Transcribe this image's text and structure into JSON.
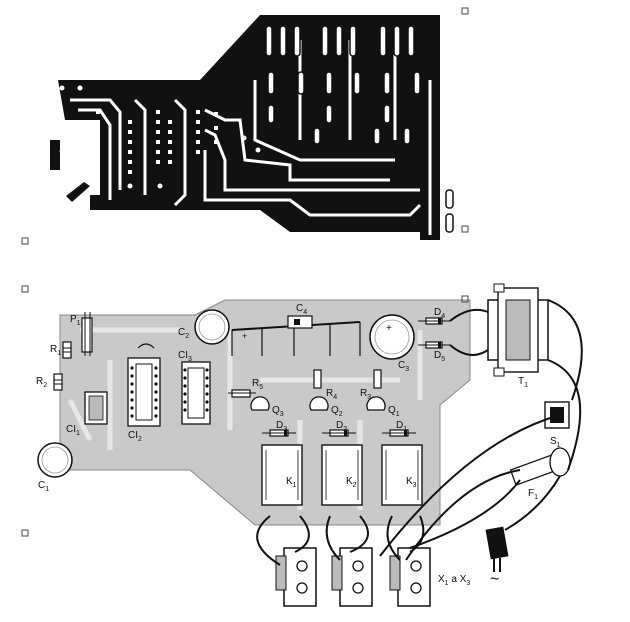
{
  "colors": {
    "ink": "#111111",
    "board": "#c9c9c9",
    "paper": "#ffffff",
    "pad": "#ffffff"
  },
  "pcb_foil": {
    "name": "copper-side-pcb"
  },
  "components": {
    "P1": "P",
    "P1_sub": "1",
    "R1": "R",
    "R1_sub": "1",
    "R2": "R",
    "R2_sub": "2",
    "CI1": "CI",
    "CI1_sub": "1",
    "CI2": "CI",
    "CI2_sub": "2",
    "CI3": "CI",
    "CI3_sub": "3",
    "C1": "C",
    "C1_sub": "1",
    "C2": "C",
    "C2_sub": "2",
    "C3": "C",
    "C3_sub": "3",
    "C4": "C",
    "C4_sub": "4",
    "R3": "R",
    "R3_sub": "3",
    "R4": "R",
    "R4_sub": "4",
    "R5": "R",
    "R5_sub": "5",
    "Q1": "Q",
    "Q1_sub": "1",
    "Q2": "Q",
    "Q2_sub": "2",
    "Q3": "Q",
    "Q3_sub": "3",
    "D1": "D",
    "D1_sub": "1",
    "D2": "D",
    "D2_sub": "2",
    "D3": "D",
    "D3_sub": "3",
    "D4": "D",
    "D4_sub": "4",
    "D5": "D",
    "D5_sub": "5",
    "K1": "K",
    "K1_sub": "1",
    "K2": "K",
    "K2_sub": "2",
    "K3": "K",
    "K3_sub": "3",
    "T1": "T",
    "T1_sub": "1",
    "S1": "S",
    "S1_sub": "1",
    "F1": "F",
    "F1_sub": "1"
  },
  "outlets_label": {
    "x": "X",
    "x_sub1": "1",
    "mid": " a X",
    "x_sub2": "3"
  },
  "ac_symbol": "~",
  "c4_plus": "+",
  "c3_plus": "+"
}
